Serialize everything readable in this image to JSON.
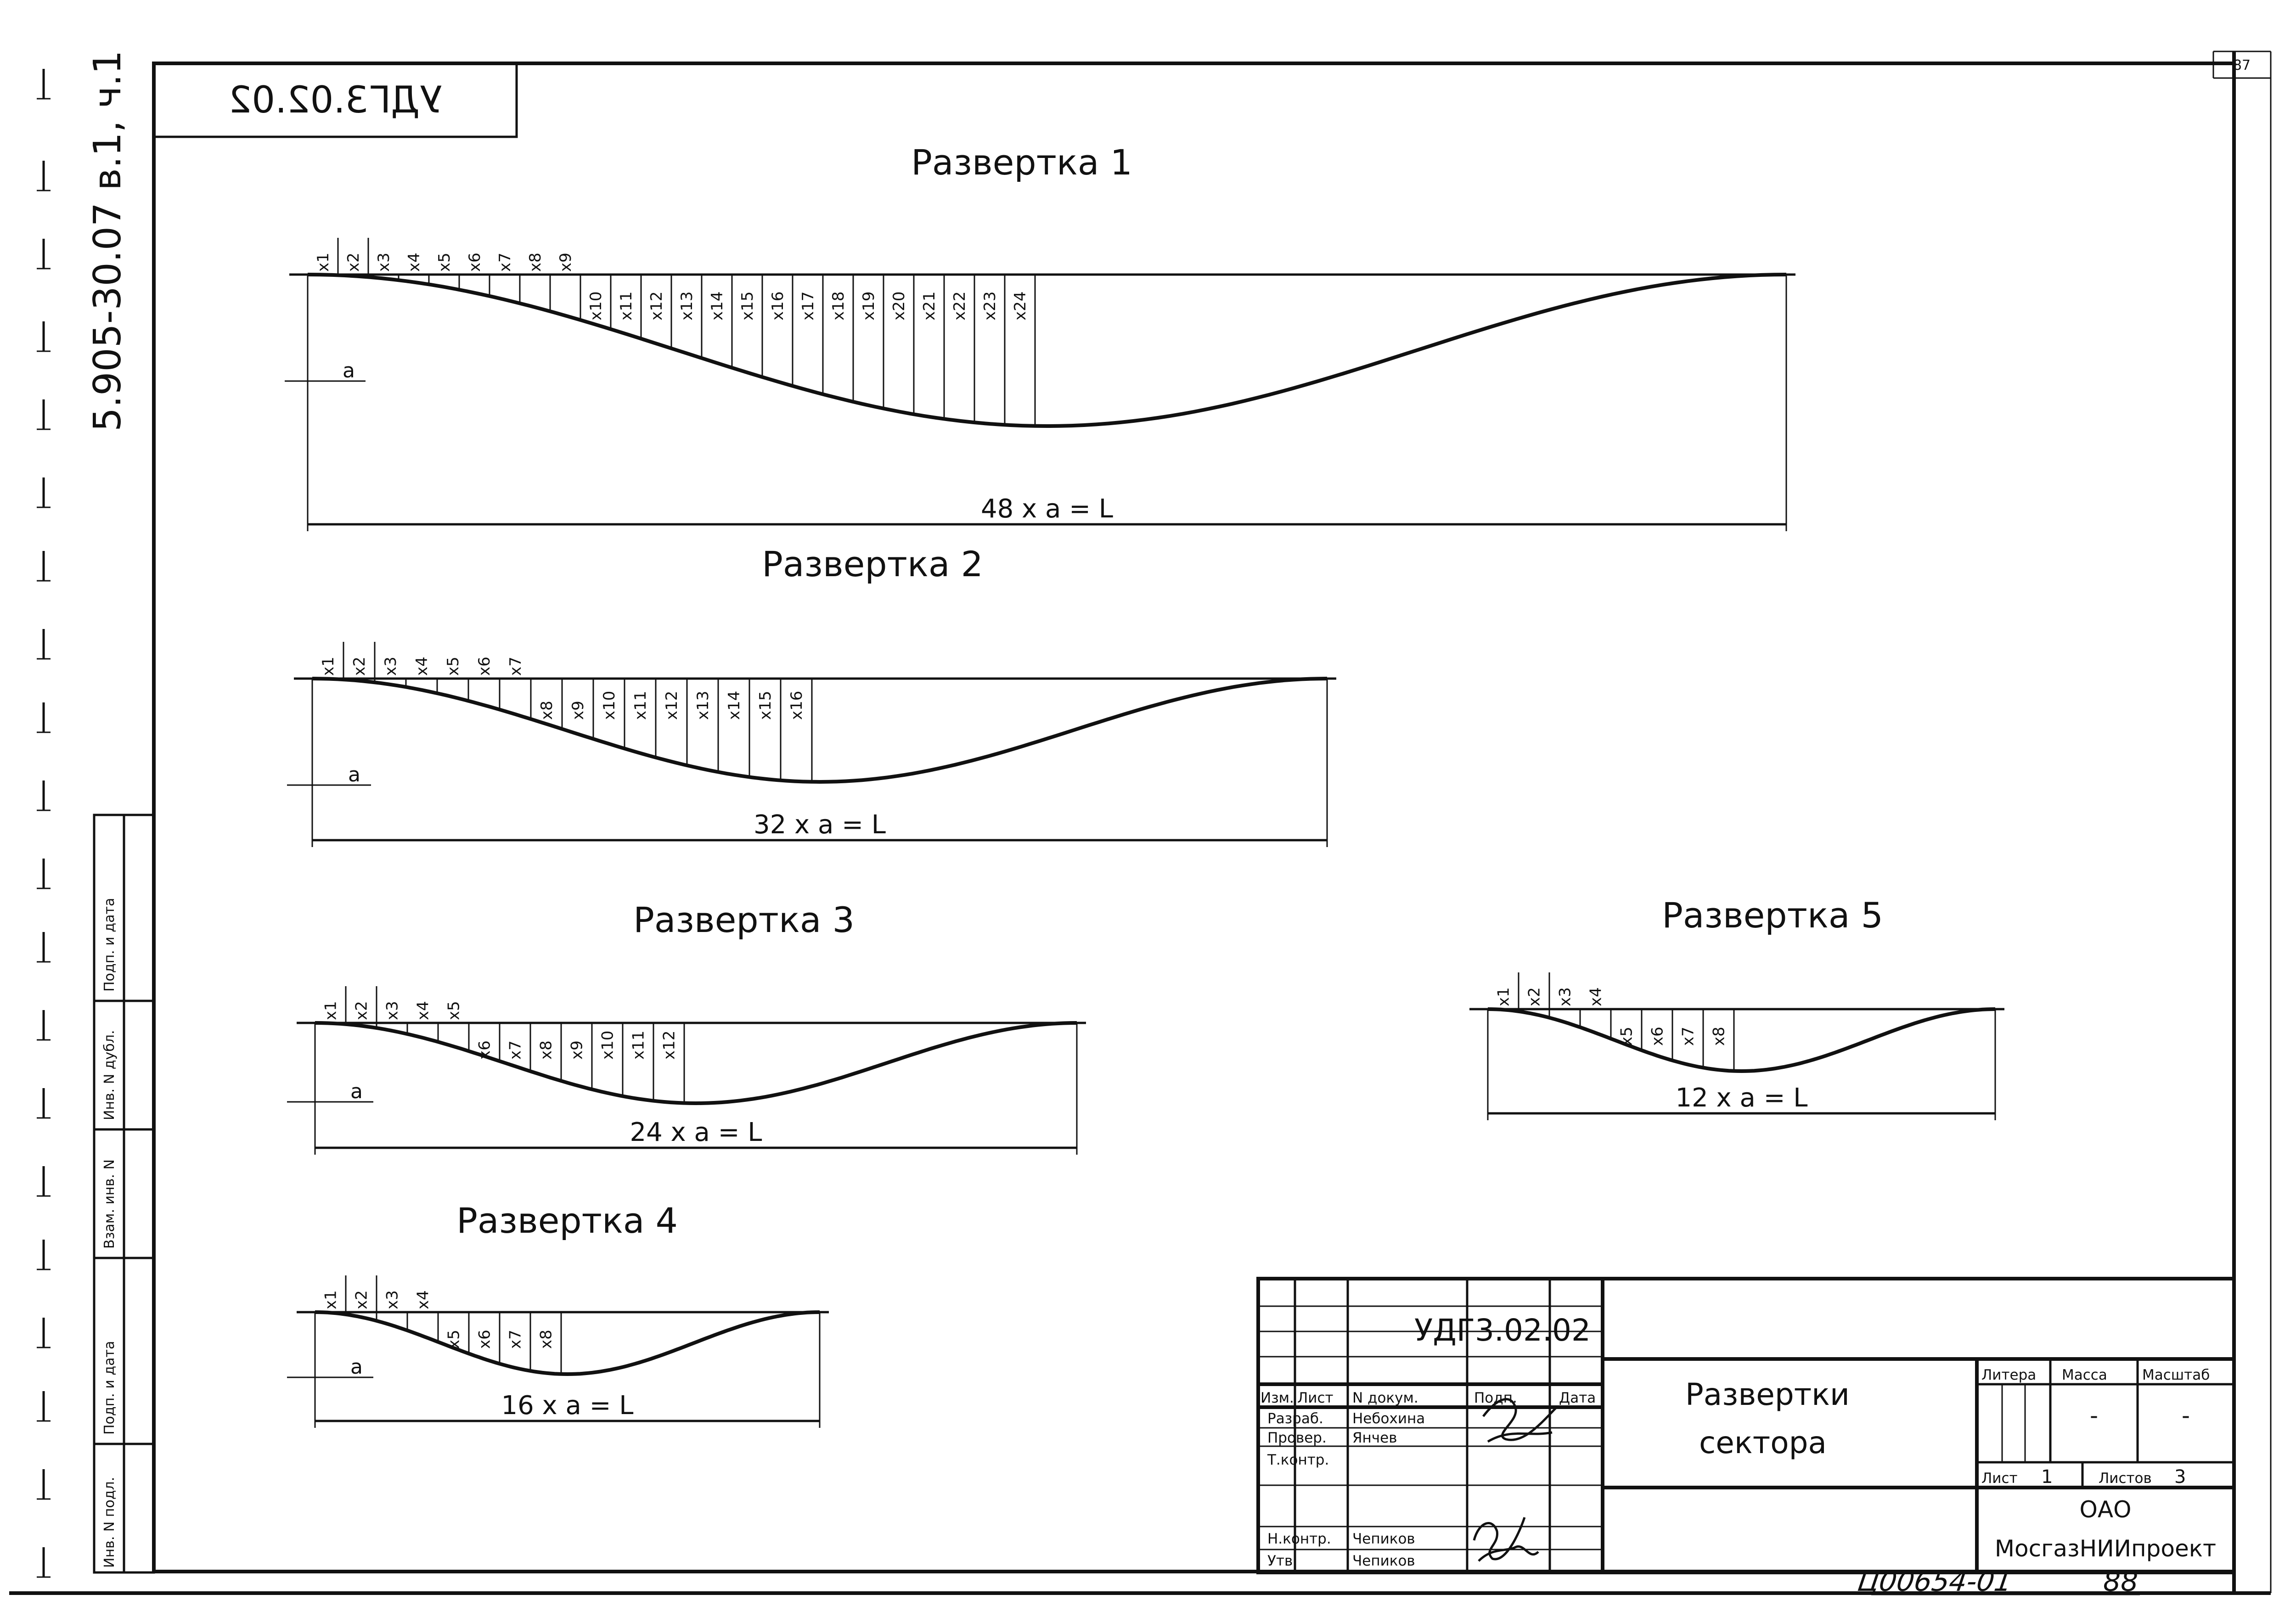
{
  "page_number": "87",
  "doc_code_mirrored": "УДГ3.02.02",
  "series_label": "5.905-30.07 в.1, ч.1",
  "side_stamp": [
    "Инв. N подл.",
    "Подп. и дата",
    "Взам. инв. N",
    "Инв. N дубл.",
    "Подп. и дата"
  ],
  "unfoldings": [
    {
      "title": "Развертка 1",
      "count": 24,
      "dimension": "48 x a = L",
      "mark": "a"
    },
    {
      "title": "Развертка 2",
      "count": 16,
      "dimension": "32 x a = L",
      "mark": "a"
    },
    {
      "title": "Развертка 3",
      "count": 12,
      "dimension": "24 x a = L",
      "mark": "a"
    },
    {
      "title": "Развертка 4",
      "count": 8,
      "dimension": "16 x a = L",
      "mark": "a"
    },
    {
      "title": "Развертка 5",
      "count": 8,
      "dimension": "12 x a = L",
      "mark": ""
    }
  ],
  "title_block": {
    "code": "УДГ3.02.02",
    "name_line1": "Развертки",
    "name_line2": "сектора",
    "headers": {
      "izm": "Изм.",
      "list": "Лист",
      "ndoc": "N докум.",
      "podp": "Подп.",
      "data": "Дата"
    },
    "roles": [
      {
        "role": "Разраб.",
        "name": "Небохина"
      },
      {
        "role": "Провер.",
        "name": "Янчев"
      },
      {
        "role": "Т.контр.",
        "name": ""
      },
      {
        "role": "",
        "name": ""
      },
      {
        "role": "Н.контр.",
        "name": "Чепиков"
      },
      {
        "role": "Утв.",
        "name": "Чепиков"
      }
    ],
    "litera_label": "Литера",
    "massa_label": "Масса",
    "masshtab_label": "Масштаб",
    "massa_value": "-",
    "masshtab_value": "-",
    "sheet_label": "Лист",
    "sheet_value": "1",
    "sheets_label": "Листов",
    "sheets_value": "3",
    "org_line1": "ОАО",
    "org_line2": "МосгазНИИпроект"
  },
  "handwritten_footer": "Ц00654-01",
  "handwritten_number": "88"
}
